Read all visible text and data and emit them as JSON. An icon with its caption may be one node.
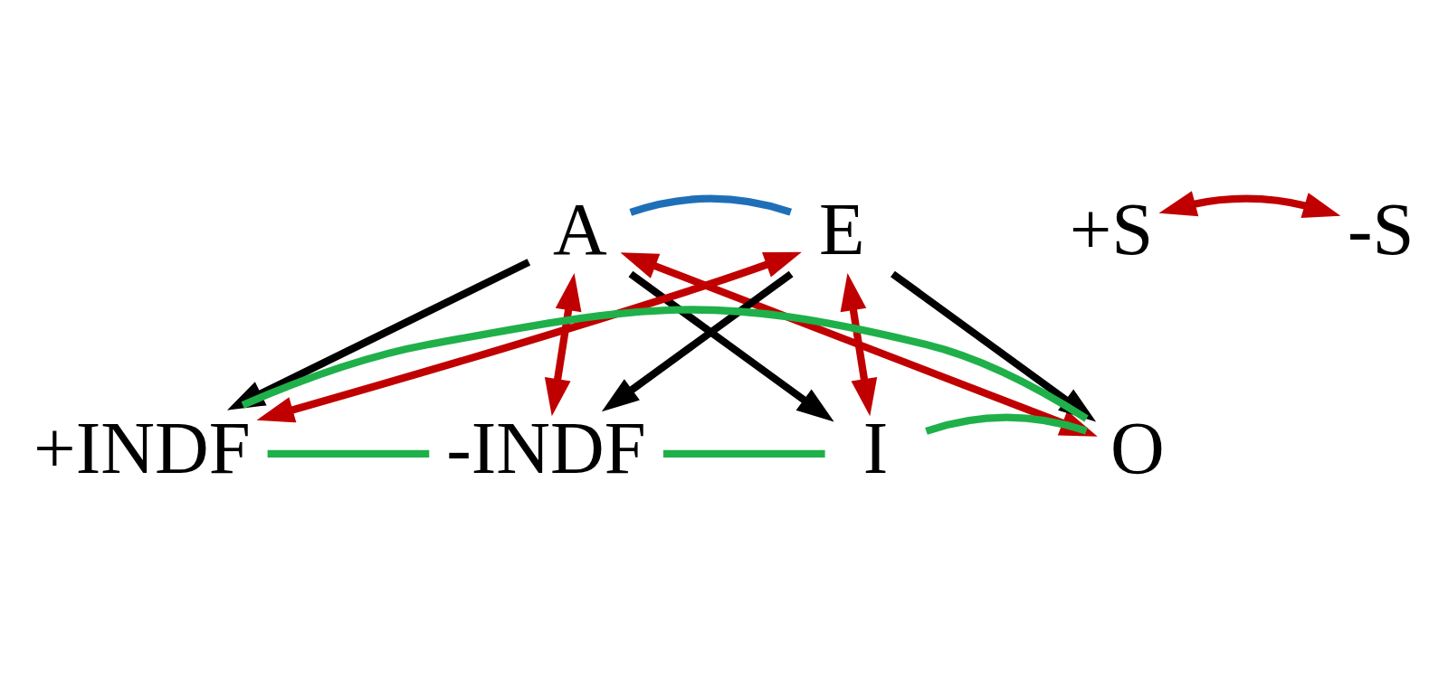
{
  "diagram": {
    "nodes": [
      {
        "text": [
          "A"
        ]
      },
      {
        "text": [
          "E"
        ]
      },
      {
        "text": [
          "+S"
        ]
      },
      {
        "text": [
          "-S"
        ]
      },
      {
        "text": [
          "+INDF"
        ]
      },
      {
        "text": [
          "-INDF"
        ]
      },
      {
        "text": [
          "I"
        ]
      },
      {
        "text": [
          "O"
        ]
      }
    ],
    "edges": [
      {
        "from": 0,
        "to": 1,
        "arrow": "none",
        "color": "#1f6fb8"
      },
      {
        "from": 0,
        "to": 4,
        "arrow": "to",
        "color": "#000000"
      },
      {
        "from": 0,
        "to": 6,
        "arrow": "to",
        "color": "#000000"
      },
      {
        "from": 1,
        "to": 7,
        "arrow": "to",
        "color": "#000000"
      },
      {
        "from": 1,
        "to": 5,
        "arrow": "to",
        "color": "#000000"
      },
      {
        "from": 0,
        "to": 5,
        "arrow": "both"
      },
      {
        "from": 0,
        "to": 7,
        "arrow": "both"
      },
      {
        "from": 1,
        "to": 4,
        "arrow": "both"
      },
      {
        "from": 1,
        "to": 6,
        "arrow": "both"
      },
      {
        "from": 2,
        "to": 3,
        "arrow": "both"
      },
      {
        "from": 4,
        "to": 5,
        "arrow": "none",
        "color": "#1fb04a"
      },
      {
        "from": 4,
        "to": 7,
        "arrow": "none",
        "color": "#1fb04a"
      },
      {
        "from": 5,
        "to": 6,
        "arrow": "none",
        "color": "#1fb04a"
      },
      {
        "from": 6,
        "to": 7,
        "arrow": "none",
        "color": "#1fb04a"
      }
    ]
  }
}
